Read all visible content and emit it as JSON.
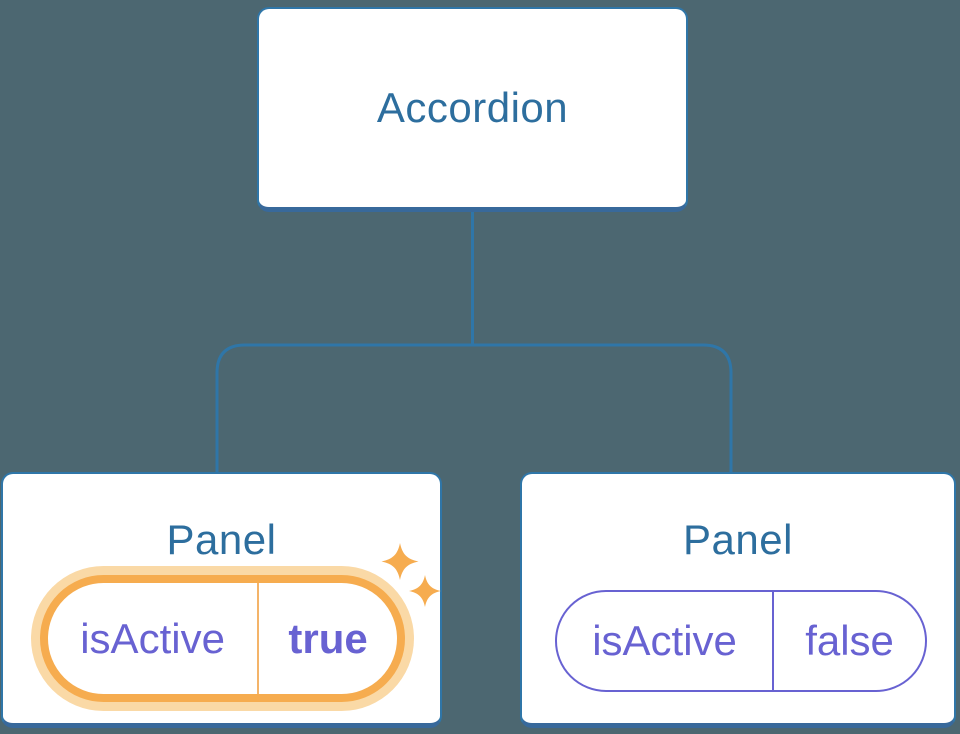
{
  "diagram": {
    "description": "Component tree with state",
    "root": {
      "label": "Accordion"
    },
    "panels": [
      {
        "label": "Panel",
        "state": {
          "name": "isActive",
          "value": "true"
        },
        "highlighted": true,
        "highlight_icon": "sparkles-icon"
      },
      {
        "label": "Panel",
        "state": {
          "name": "isActive",
          "value": "false"
        },
        "highlighted": false
      }
    ]
  },
  "colors": {
    "background": "#4C6771",
    "box_border": "#2F76A8",
    "box_border_bottom": "#38699B",
    "box_fill": "#FFFFFF",
    "title_text": "#2D6E9E",
    "state_purple": "#6862D2",
    "highlight_orange": "#F6AC4F",
    "highlight_halo": "#FAD9A6",
    "highlight_divider": "#F4B469"
  }
}
